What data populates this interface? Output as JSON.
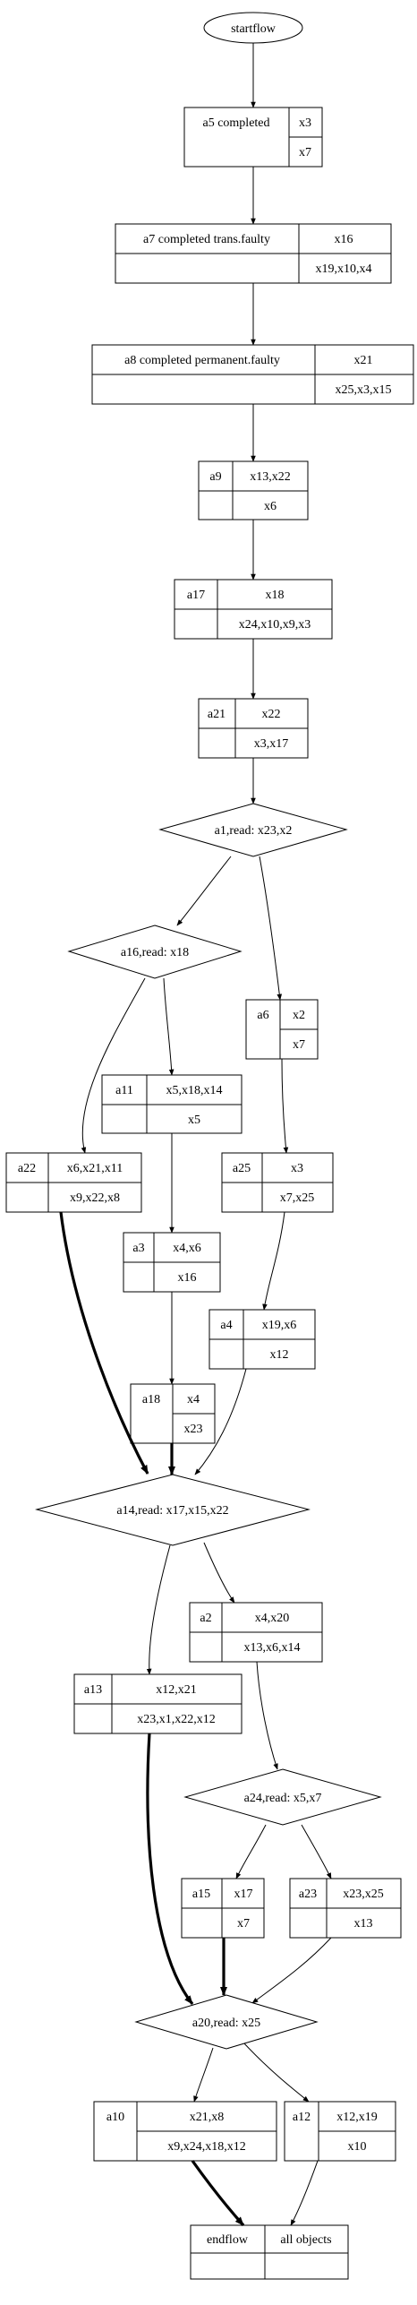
{
  "start": {
    "label": "startflow"
  },
  "nodes": {
    "a5": {
      "name": "a5 completed",
      "top": "x3",
      "bottom": "x7"
    },
    "a7": {
      "name": "a7 completed trans.faulty",
      "top": "x16",
      "bottom": "x19,x10,x4"
    },
    "a8": {
      "name": "a8 completed permanent.faulty",
      "top": "x21",
      "bottom": "x25,x3,x15"
    },
    "a9": {
      "name": "a9",
      "top": "x13,x22",
      "bottom": "x6"
    },
    "a17": {
      "name": "a17",
      "top": "x18",
      "bottom": "x24,x10,x9,x3"
    },
    "a21": {
      "name": "a21",
      "top": "x22",
      "bottom": "x3,x17"
    },
    "a6": {
      "name": "a6",
      "top": "x2",
      "bottom": "x7"
    },
    "a11": {
      "name": "a11",
      "top": "x5,x18,x14",
      "bottom": "x5"
    },
    "a22": {
      "name": "a22",
      "top": "x6,x21,x11",
      "bottom": "x9,x22,x8"
    },
    "a25": {
      "name": "a25",
      "top": "x3",
      "bottom": "x7,x25"
    },
    "a3": {
      "name": "a3",
      "top": "x4,x6",
      "bottom": "x16"
    },
    "a4": {
      "name": "a4",
      "top": "x19,x6",
      "bottom": "x12"
    },
    "a18": {
      "name": "a18",
      "top": "x4",
      "bottom": "x23"
    },
    "a2": {
      "name": "a2",
      "top": "x4,x20",
      "bottom": "x13,x6,x14"
    },
    "a13": {
      "name": "a13",
      "top": "x12,x21",
      "bottom": "x23,x1,x22,x12"
    },
    "a15": {
      "name": "a15",
      "top": "x17",
      "bottom": "x7"
    },
    "a23": {
      "name": "a23",
      "top": "x23,x25",
      "bottom": "x13"
    },
    "a10": {
      "name": "a10",
      "top": "x21,x8",
      "bottom": "x9,x24,x18,x12"
    },
    "a12": {
      "name": "a12",
      "top": "x12,x19",
      "bottom": "x10"
    },
    "end": {
      "name": "endflow",
      "top": "all objects",
      "bottom": ""
    }
  },
  "decisions": {
    "a1": {
      "label": "a1,read: x23,x2"
    },
    "a16": {
      "label": "a16,read: x18"
    },
    "a14": {
      "label": "a14,read: x17,x15,x22"
    },
    "a24": {
      "label": "a24,read: x5,x7"
    },
    "a20": {
      "label": "a20,read: x25"
    }
  },
  "edges": [
    {
      "from": "start",
      "to": "a5"
    },
    {
      "from": "a5",
      "to": "a7"
    },
    {
      "from": "a7",
      "to": "a8"
    },
    {
      "from": "a8",
      "to": "a9"
    },
    {
      "from": "a9",
      "to": "a17"
    },
    {
      "from": "a17",
      "to": "a21"
    },
    {
      "from": "a21",
      "to": "a1"
    },
    {
      "from": "a1",
      "to": "a16"
    },
    {
      "from": "a1",
      "to": "a6"
    },
    {
      "from": "a16",
      "to": "a22"
    },
    {
      "from": "a16",
      "to": "a11"
    },
    {
      "from": "a6",
      "to": "a25"
    },
    {
      "from": "a11",
      "to": "a3"
    },
    {
      "from": "a25",
      "to": "a4"
    },
    {
      "from": "a3",
      "to": "a18"
    },
    {
      "from": "a22",
      "to": "a14",
      "style": "thick"
    },
    {
      "from": "a18",
      "to": "a14",
      "style": "thick"
    },
    {
      "from": "a4",
      "to": "a14"
    },
    {
      "from": "a14",
      "to": "a13"
    },
    {
      "from": "a14",
      "to": "a2"
    },
    {
      "from": "a2",
      "to": "a24"
    },
    {
      "from": "a24",
      "to": "a15"
    },
    {
      "from": "a24",
      "to": "a23"
    },
    {
      "from": "a13",
      "to": "a20",
      "style": "thick"
    },
    {
      "from": "a15",
      "to": "a20",
      "style": "thick"
    },
    {
      "from": "a23",
      "to": "a20"
    },
    {
      "from": "a20",
      "to": "a10"
    },
    {
      "from": "a20",
      "to": "a12"
    },
    {
      "from": "a10",
      "to": "end",
      "style": "thick"
    },
    {
      "from": "a12",
      "to": "end"
    }
  ]
}
